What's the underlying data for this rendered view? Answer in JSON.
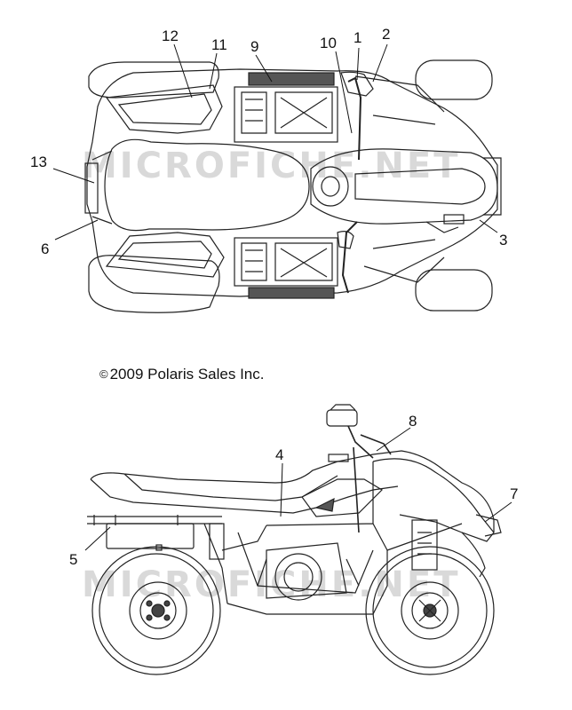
{
  "copyright": {
    "symbol": "©",
    "text": "2009 Polaris Sales Inc."
  },
  "watermark": "MICROFICHE.NET",
  "callouts": {
    "c1": "1",
    "c2": "2",
    "c3": "3",
    "c4": "4",
    "c5": "5",
    "c6": "6",
    "c7": "7",
    "c8": "8",
    "c9": "9",
    "c10": "10",
    "c11": "11",
    "c12": "12",
    "c13": "13"
  }
}
